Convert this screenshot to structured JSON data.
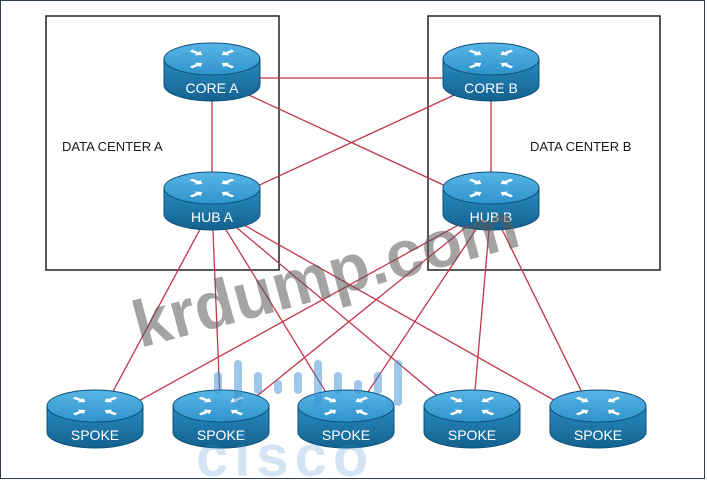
{
  "diagram": {
    "colors": {
      "link": "#c0364a",
      "router_top": "#3aa0d8",
      "router_side": "#1f6f9e",
      "router_edge": "#0e4f78",
      "box_border": "#222222",
      "watermark_grey": "#5a5a5a",
      "watermark_blue": "#3f90d4"
    },
    "icon": "router-icon",
    "data_centers": [
      {
        "id": "dc-a",
        "label": "DATA CENTER A"
      },
      {
        "id": "dc-b",
        "label": "DATA CENTER B"
      }
    ],
    "routers": [
      {
        "id": "core-a",
        "label": "CORE A"
      },
      {
        "id": "core-b",
        "label": "CORE B"
      },
      {
        "id": "hub-a",
        "label": "HUB A"
      },
      {
        "id": "hub-b",
        "label": "HUB B"
      },
      {
        "id": "spoke-1",
        "label": "SPOKE"
      },
      {
        "id": "spoke-2",
        "label": "SPOKE"
      },
      {
        "id": "spoke-3",
        "label": "SPOKE"
      },
      {
        "id": "spoke-4",
        "label": "SPOKE"
      },
      {
        "id": "spoke-5",
        "label": "SPOKE"
      }
    ],
    "links": [
      [
        "core-a",
        "core-b"
      ],
      [
        "core-a",
        "hub-a"
      ],
      [
        "core-a",
        "hub-b"
      ],
      [
        "core-b",
        "hub-a"
      ],
      [
        "core-b",
        "hub-b"
      ],
      [
        "hub-a",
        "spoke-1"
      ],
      [
        "hub-a",
        "spoke-2"
      ],
      [
        "hub-a",
        "spoke-3"
      ],
      [
        "hub-a",
        "spoke-4"
      ],
      [
        "hub-a",
        "spoke-5"
      ],
      [
        "hub-b",
        "spoke-1"
      ],
      [
        "hub-b",
        "spoke-2"
      ],
      [
        "hub-b",
        "spoke-3"
      ],
      [
        "hub-b",
        "spoke-4"
      ],
      [
        "hub-b",
        "spoke-5"
      ]
    ],
    "watermarks": {
      "site": "krdump.com",
      "brand": "cisco"
    }
  }
}
